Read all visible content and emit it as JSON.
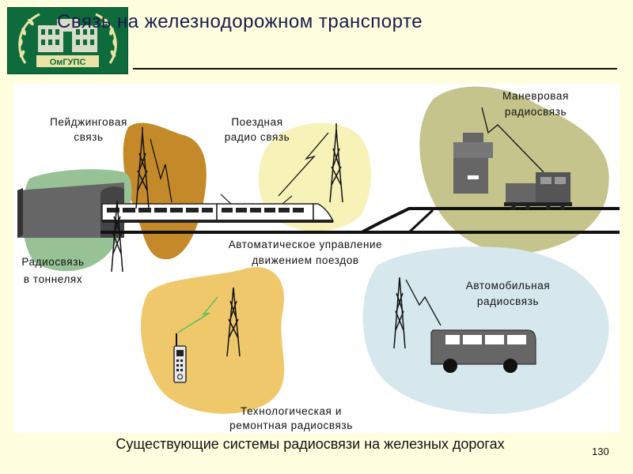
{
  "slide": {
    "title": "Связь на железнодорожном транспорте",
    "caption": "Существующие системы радиосвязи на железных дорогах",
    "page_number": "130"
  },
  "logo": {
    "text": "ОмГУПС",
    "icon": "university-building-wreath-logo"
  },
  "labels": {
    "paging": [
      "Пейджинговая",
      "связь"
    ],
    "train_radio": [
      "Поездная",
      "радио связь"
    ],
    "shunting": [
      "Маневровая",
      "радиосвязь"
    ],
    "tunnel": [
      "Радиосвязь",
      "в тоннелях"
    ],
    "auto_control": [
      "Автоматическое управление",
      "движением поездов"
    ],
    "vehicle": [
      "Автомобильная",
      "радиосвязь"
    ],
    "technological": [
      "Технологическая и",
      "ремонтная радиосвязь"
    ]
  },
  "colors": {
    "paging_zone": "#c48a2a",
    "train_zone": "#f6f2b8",
    "shunting_zone": "#c4c48c",
    "tunnel_zone": "#96c296",
    "tech_zone": "#f0c86c",
    "vehicle_zone": "#d6e8ee",
    "signal": "#5fbf5f"
  }
}
